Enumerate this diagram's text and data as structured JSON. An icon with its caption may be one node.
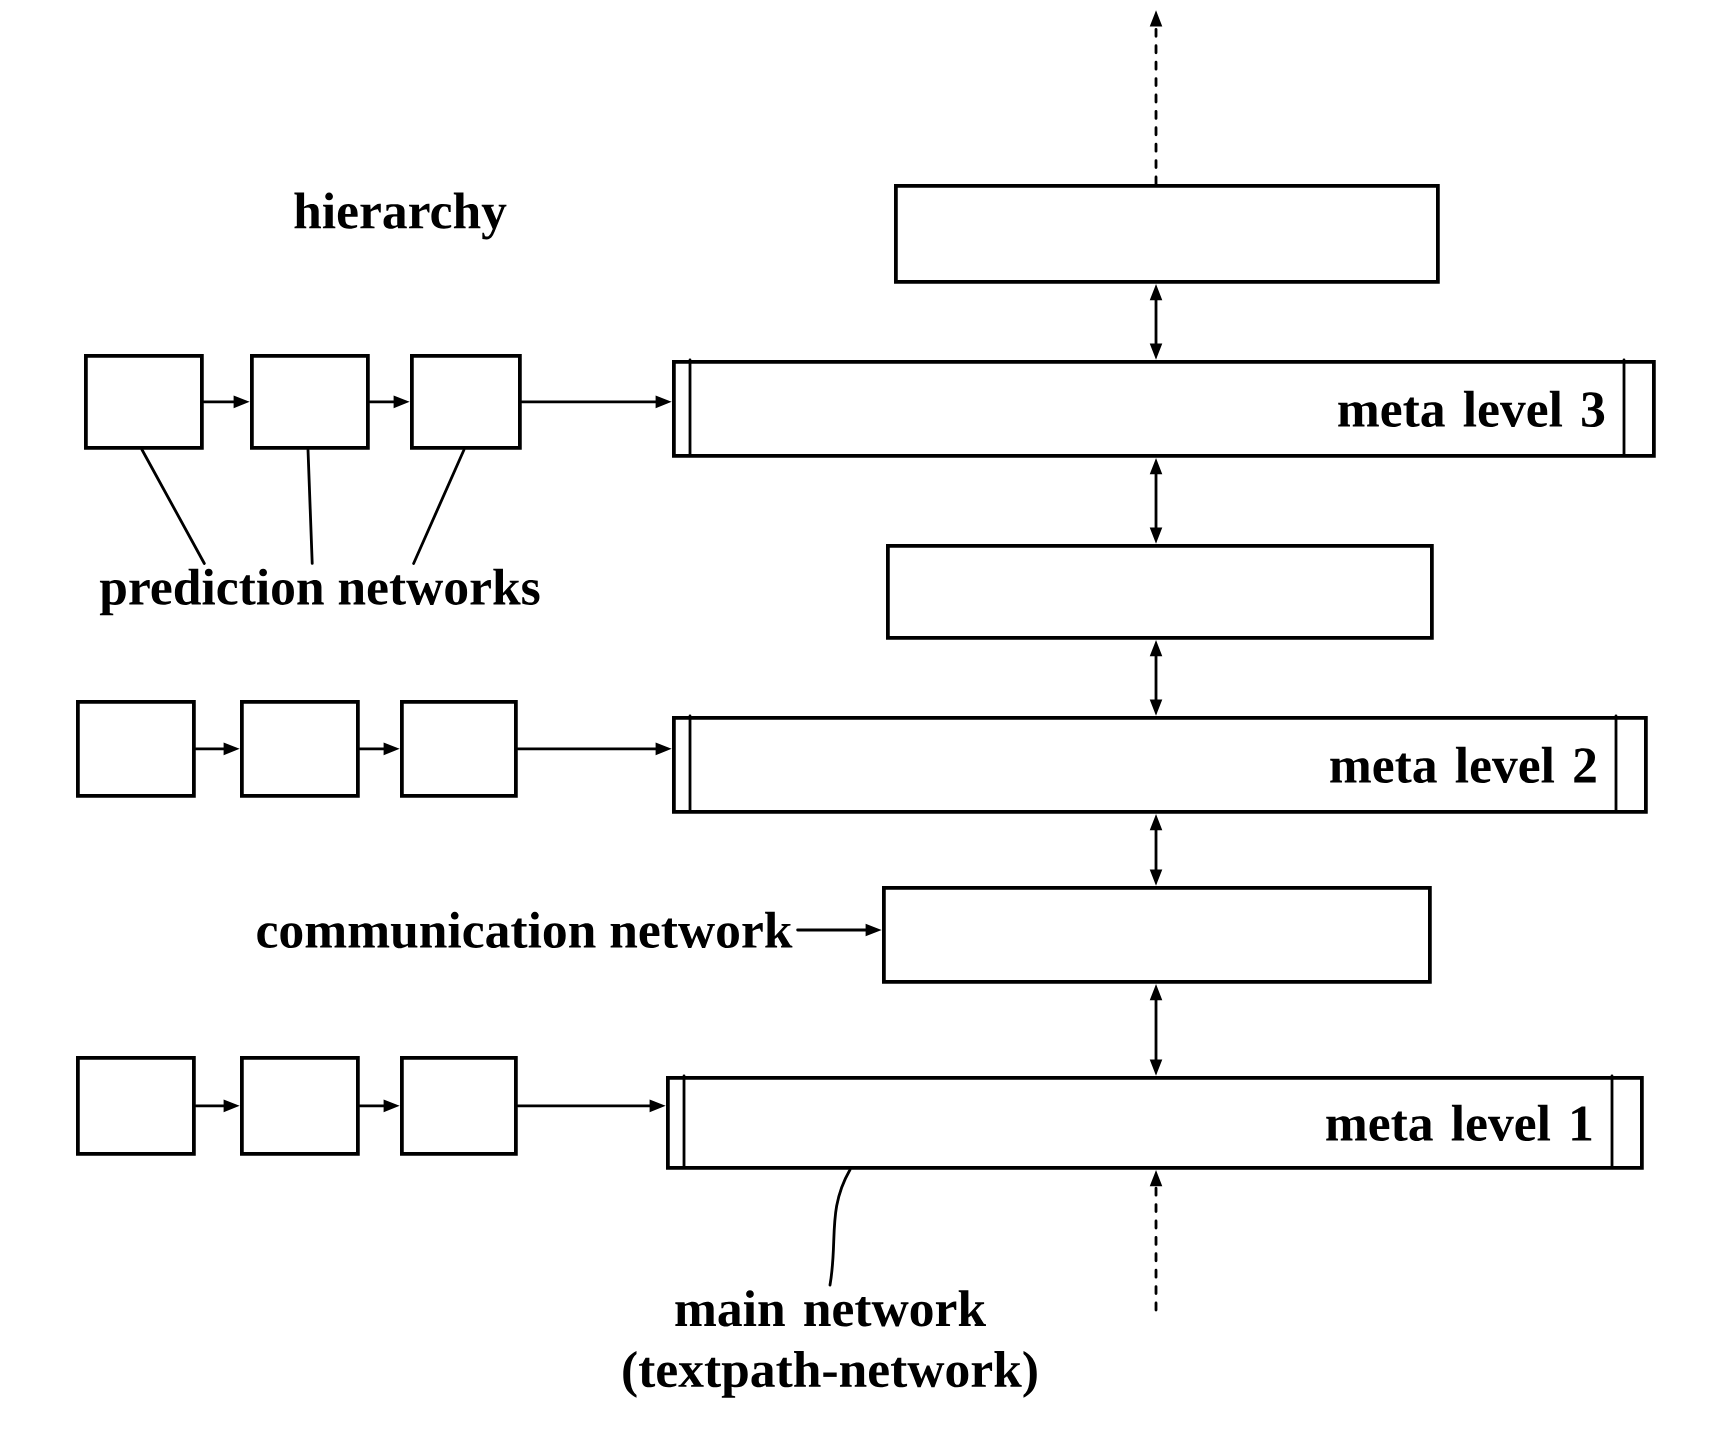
{
  "diagram": {
    "nodes": [
      {
        "text": [],
        "shape": "box"
      },
      {
        "text": [
          "meta level 3"
        ]
      },
      {
        "text": [],
        "shape": "box"
      },
      {
        "text": [
          "meta level 2"
        ]
      },
      {
        "text": [],
        "shape": "box"
      },
      {
        "text": [
          "meta level 1"
        ]
      },
      {
        "text": [],
        "shape": "box"
      },
      {
        "text": [],
        "shape": "box"
      },
      {
        "text": [],
        "shape": "box"
      },
      {
        "text": [],
        "shape": "box"
      },
      {
        "text": [],
        "shape": "box"
      },
      {
        "text": [],
        "shape": "box"
      },
      {
        "text": [],
        "shape": "box"
      },
      {
        "text": [],
        "shape": "box"
      },
      {
        "text": [],
        "shape": "box"
      },
      {
        "text": [
          "prediction networks"
        ]
      },
      {
        "text": [
          "communication network"
        ]
      },
      {
        "text": [
          "main network (textpath-network)"
        ]
      }
    ],
    "edges": [
      {
        "from": 0,
        "to": null,
        "arrow": "to",
        "style": "dashed"
      },
      {
        "from": 0,
        "to": 1,
        "arrow": "both"
      },
      {
        "from": 1,
        "to": 2,
        "arrow": "both"
      },
      {
        "from": 2,
        "to": 3,
        "arrow": "both"
      },
      {
        "from": 3,
        "to": 4,
        "arrow": "both"
      },
      {
        "from": 4,
        "to": 5,
        "arrow": "both"
      },
      {
        "from": null,
        "to": 5,
        "arrow": "to",
        "style": "dashed"
      },
      {
        "from": 6,
        "to": 7,
        "arrow": "to"
      },
      {
        "from": 7,
        "to": 8,
        "arrow": "to"
      },
      {
        "from": 8,
        "to": 1,
        "arrow": "to"
      },
      {
        "from": 9,
        "to": 10,
        "arrow": "to"
      },
      {
        "from": 10,
        "to": 11,
        "arrow": "to"
      },
      {
        "from": 11,
        "to": 3,
        "arrow": "to"
      },
      {
        "from": 12,
        "to": 13,
        "arrow": "to"
      },
      {
        "from": 13,
        "to": 14,
        "arrow": "to"
      },
      {
        "from": 14,
        "to": 5,
        "arrow": "to"
      },
      {
        "from": 15,
        "to": 6,
        "arrow": "none"
      },
      {
        "from": 15,
        "to": 7,
        "arrow": "none"
      },
      {
        "from": 15,
        "to": 8,
        "arrow": "none"
      },
      {
        "from": 16,
        "to": 4,
        "arrow": "to"
      },
      {
        "from": 17,
        "to": 5,
        "arrow": "none"
      }
    ],
    "labels": [
      "hierarchy"
    ]
  }
}
